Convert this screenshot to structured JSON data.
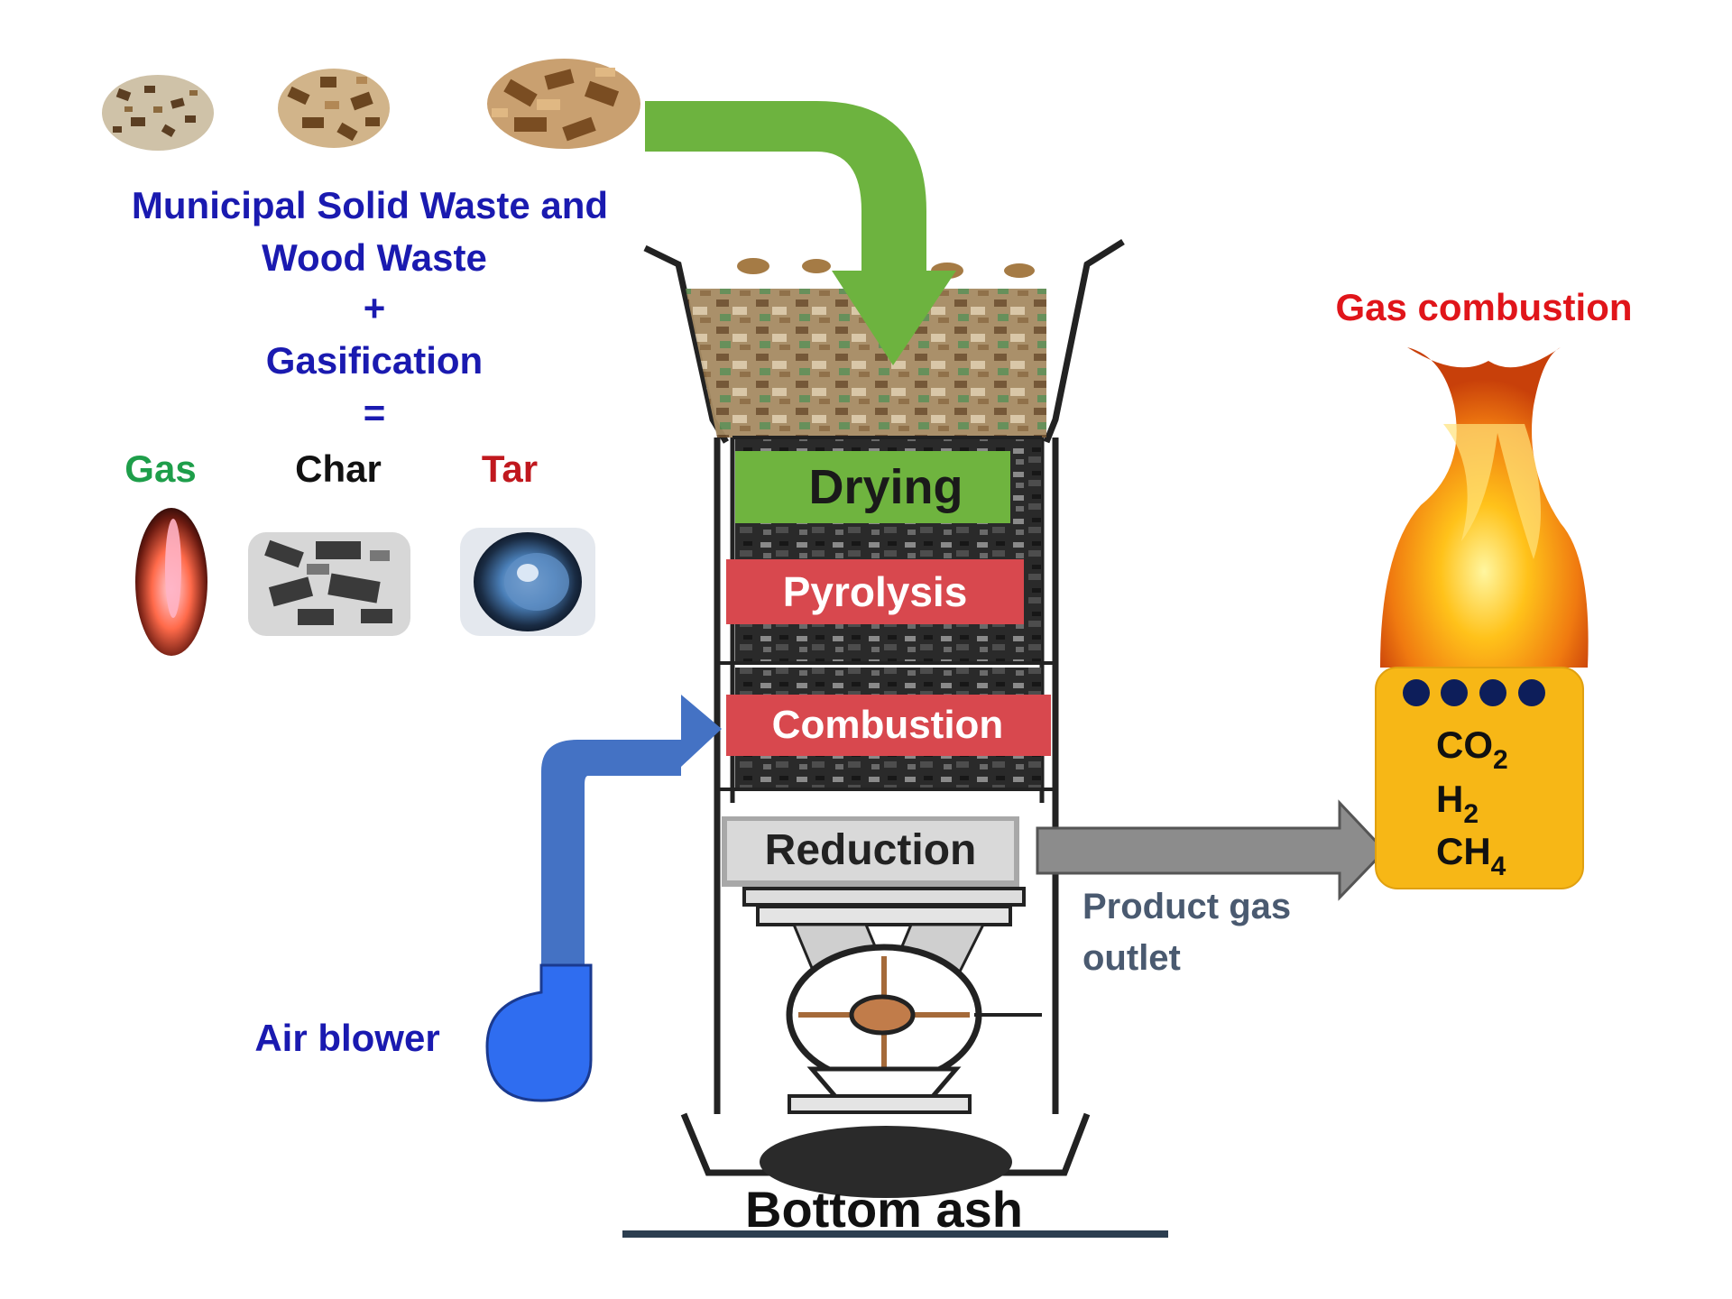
{
  "intro": {
    "line1": "Municipal Solid Waste and",
    "line2": "Wood Waste",
    "plus": "+",
    "line3": "Gasification",
    "equals": "="
  },
  "products": [
    {
      "label": "Gas",
      "color": "#1e9e4a"
    },
    {
      "label": "Char",
      "color": "#111111"
    },
    {
      "label": "Tar",
      "color": "#c0181e"
    }
  ],
  "zones": [
    {
      "label": "Drying",
      "color": "#6fb43f"
    },
    {
      "label": "Pyrolysis",
      "color": "#d8484e"
    },
    {
      "label": "Combustion",
      "color": "#d8484e"
    },
    {
      "label": "Reduction",
      "color": "#a8a8a8"
    }
  ],
  "bottom_ash": "Bottom ash",
  "air_blower": "Air blower",
  "outlet": {
    "line1": "Product gas",
    "line2": "outlet"
  },
  "flame": {
    "title": "Gas combustion",
    "title_color": "#e0151a"
  },
  "gas_box": {
    "species": [
      {
        "base": "CO",
        "sub": "2"
      },
      {
        "base": "H",
        "sub": "2"
      },
      {
        "base": "CH",
        "sub": "4"
      }
    ],
    "color": "#f7b716"
  },
  "colors": {
    "feed_arrow": "#6db33f",
    "air_arrow": "#4472c4",
    "blower": "#2f6df0",
    "outlet_arrow": "#8c8c8c",
    "text_blue": "#1a1ab0"
  }
}
